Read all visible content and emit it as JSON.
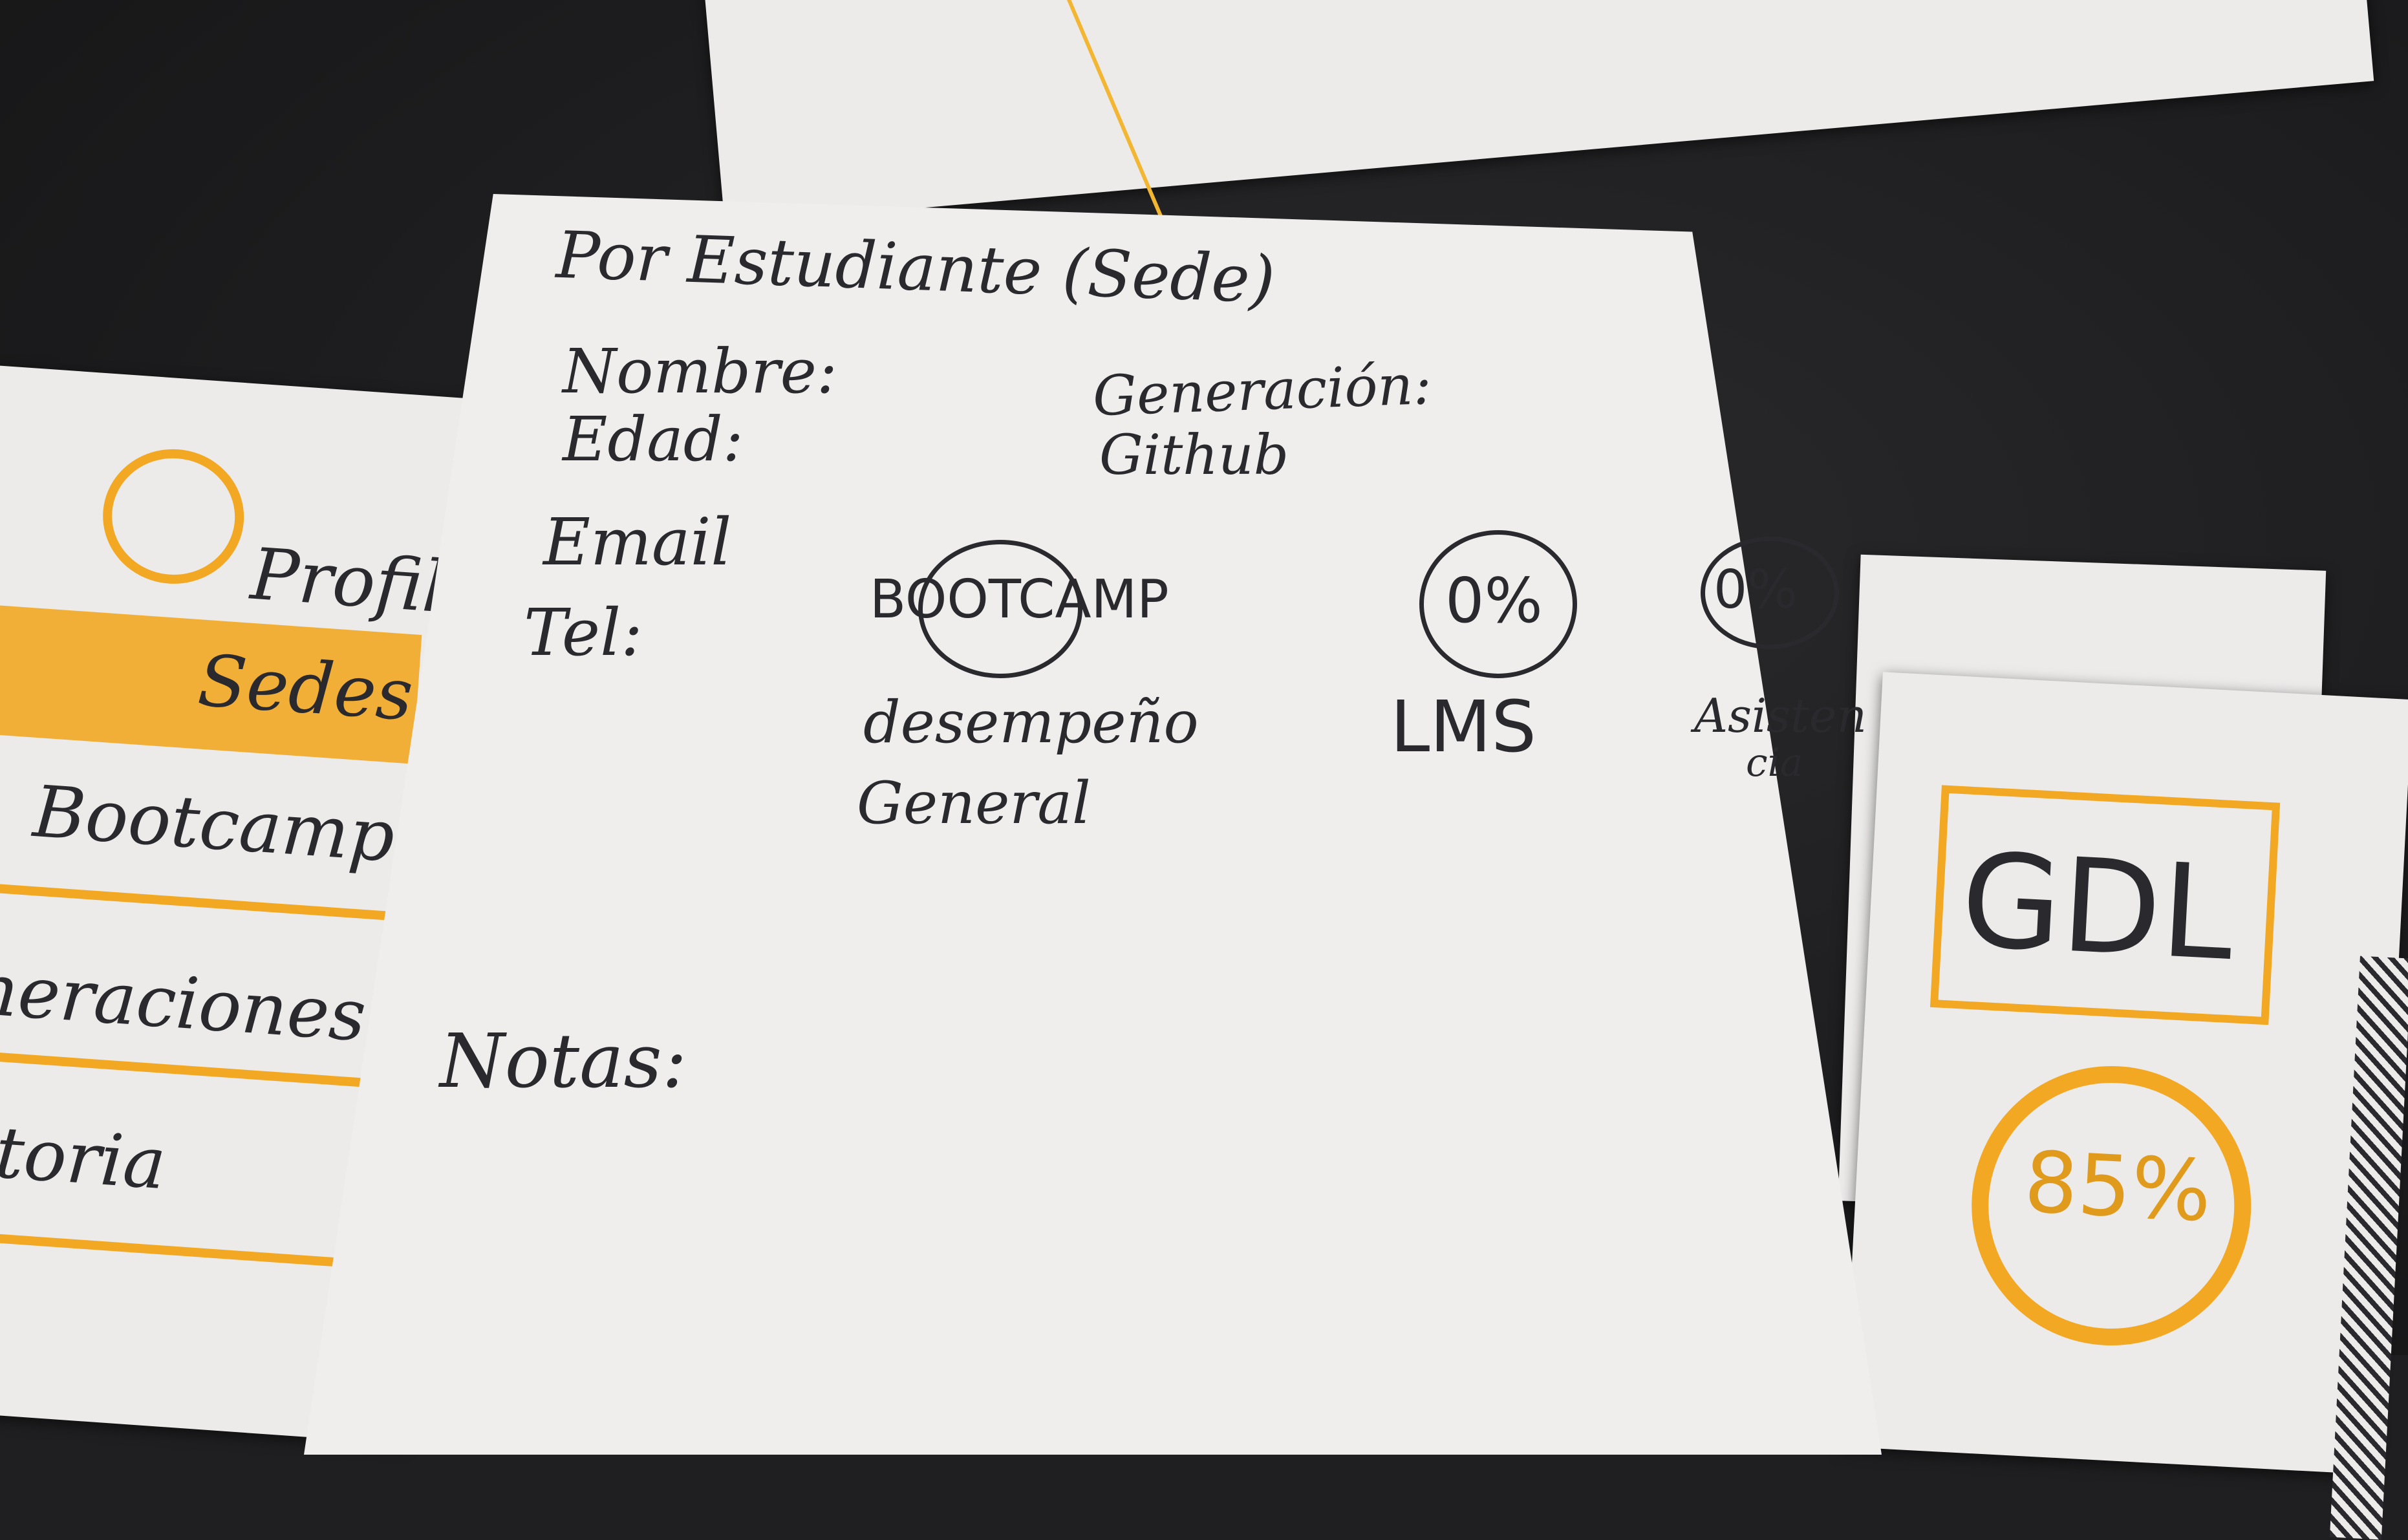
{
  "main_card": {
    "title": "Por Estudiante (Sede)",
    "field_nombre": "Nombre:",
    "field_edad": "Edad:",
    "field_generacion": "Generación:",
    "field_github": "Github",
    "field_email": "Email",
    "field_tel": "Tel:",
    "bootcamp_label": "BOOTCAMP",
    "bootcamp_caption_1": "desempeño",
    "bootcamp_caption_2": "General",
    "lms_value": "0%",
    "lms_caption": "LMS",
    "asistencia_value": "0%",
    "asistencia_caption_1": "Asisten",
    "asistencia_caption_2": "cia",
    "notas_label": "Notas:"
  },
  "left_card": {
    "profile": "Profil",
    "sedes": "Sedes",
    "bootcamp": "Bootcamp",
    "generaciones": "eneraciones",
    "preparatoria": "ratoria"
  },
  "right_card": {
    "sede_code": "GDL",
    "percent": "85%"
  },
  "colors": {
    "table": "#1f1f21",
    "paper": "#ecebea",
    "ink": "#2a2a2e",
    "highlighter": "#f2a823"
  }
}
